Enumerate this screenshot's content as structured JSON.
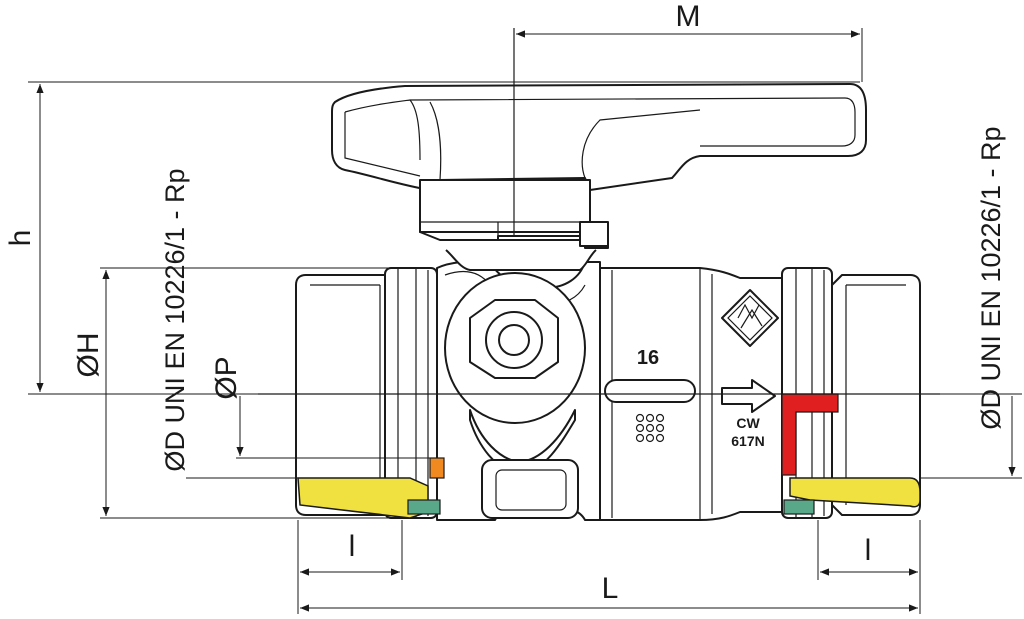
{
  "dimensions": {
    "M": "M",
    "h": "h",
    "H": "ØH",
    "P": "ØP",
    "D_left": "ØD UNI EN 10226/1 - Rp",
    "D_right": "ØD UNI EN 10226/1 - Rp",
    "l_left": "l",
    "l_right": "l",
    "L": "L"
  },
  "body_markings": {
    "pressure": "16",
    "material_line1": "CW",
    "material_line2": "617N"
  },
  "colors": {
    "thread_zone": "#f0e040",
    "seal_green": "#5aa88a",
    "seal_orange": "#f08a20",
    "flow_indicator": "#e02020",
    "line": "#1a1a1a"
  }
}
